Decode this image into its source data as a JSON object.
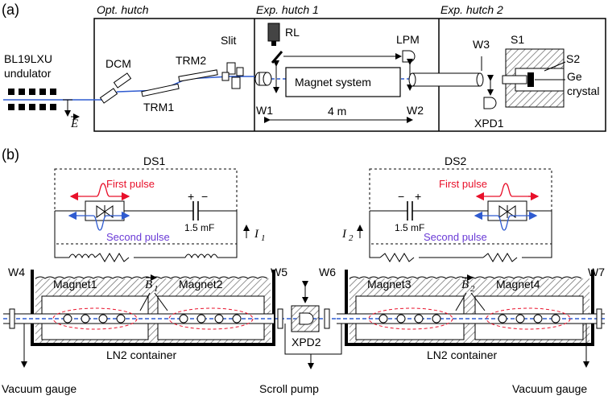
{
  "panel_a": {
    "label": "(a)",
    "hutches": {
      "opt": "Opt. hutch",
      "exp1": "Exp. hutch 1",
      "exp2": "Exp. hutch 2"
    },
    "source": [
      "BL19LXU",
      "undulator"
    ],
    "components": {
      "dcm": "DCM",
      "trm1": "TRM1",
      "trm2": "TRM2",
      "slit": "Slit",
      "rl": "RL",
      "lpm": "LPM",
      "magnet_system": "Magnet system",
      "w1": "W1",
      "w2": "W2",
      "w3": "W3",
      "s1": "S1",
      "s2": "S2",
      "ge": [
        "Ge",
        "crystal"
      ],
      "xpd1": "XPD1",
      "distance": "4 m",
      "polarization": "E"
    }
  },
  "panel_b": {
    "label": "(b)",
    "ds1": {
      "title": "DS1",
      "first_pulse": "First pulse",
      "second_pulse": "Second pulse",
      "capacitance": "1.5 mF",
      "plus": "+",
      "minus": "−",
      "current": "I",
      "current_sub": "1"
    },
    "ds2": {
      "title": "DS2",
      "first_pulse": "First pulse",
      "second_pulse": "Second pulse",
      "capacitance": "1.5 mF",
      "plus": "+",
      "minus": "−",
      "current": "I",
      "current_sub": "2"
    },
    "magnets": [
      "Magnet1",
      "Magnet2",
      "Magnet3",
      "Magnet4"
    ],
    "fields": {
      "b1": "B",
      "b1_sub": "1",
      "b2": "B",
      "b2_sub": "2"
    },
    "windows": [
      "W4",
      "W5",
      "W6",
      "W7"
    ],
    "xpd2": "XPD2",
    "containers": [
      "LN2 container",
      "LN2 container"
    ],
    "bottom": {
      "vacuum_left": "Vacuum gauge",
      "scroll_pump": "Scroll pump",
      "vacuum_right": "Vacuum gauge"
    }
  },
  "colors": {
    "first_pulse": "#e8102a",
    "second_pulse": "#6a3bd6",
    "beam": "#2f5bd0",
    "ink": "#000000"
  }
}
